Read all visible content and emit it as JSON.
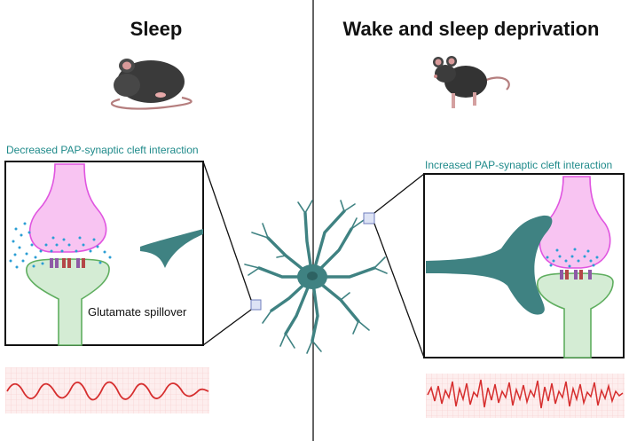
{
  "panels": {
    "left": {
      "title": "Sleep",
      "caption": "Decreased PAP-synaptic cleft interaction",
      "annotation": "Glutamate spillover"
    },
    "right": {
      "title": "Wake and sleep deprivation",
      "caption": "Increased PAP-synaptic cleft interaction"
    }
  },
  "colors": {
    "presynaptic": "#f8c4f2",
    "presynaptic_stroke": "#e055e0",
    "postsynaptic": "#d4ecd4",
    "postsynaptic_stroke": "#5fae5f",
    "astrocyte": "#3f8282",
    "glutamate": "#2b9ed4",
    "eeg_grid": "#f6c9c9",
    "eeg_trace": "#d62e2e",
    "caption": "#1f8a8a"
  },
  "icons": [
    "sleeping-mouse-icon",
    "awake-mouse-icon",
    "astrocyte-icon",
    "magnifier-box-icon"
  ]
}
